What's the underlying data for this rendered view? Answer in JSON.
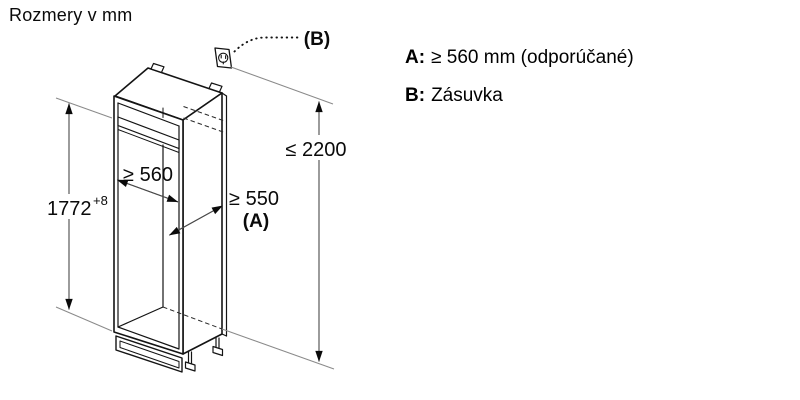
{
  "title": "Rozmery v mm",
  "diagram": {
    "niche_height": "1772",
    "niche_height_tolerance": "+8",
    "niche_width": "≥ 560",
    "niche_depth": "≥ 550",
    "niche_depth_ref": "(A)",
    "max_socket_height": "≤ 2200",
    "socket_ref": "(B)"
  },
  "legend": {
    "a_key": "A:",
    "a_value": "≥ 560 mm (odporúčané)",
    "b_key": "B:",
    "b_value": "Zásuvka"
  }
}
